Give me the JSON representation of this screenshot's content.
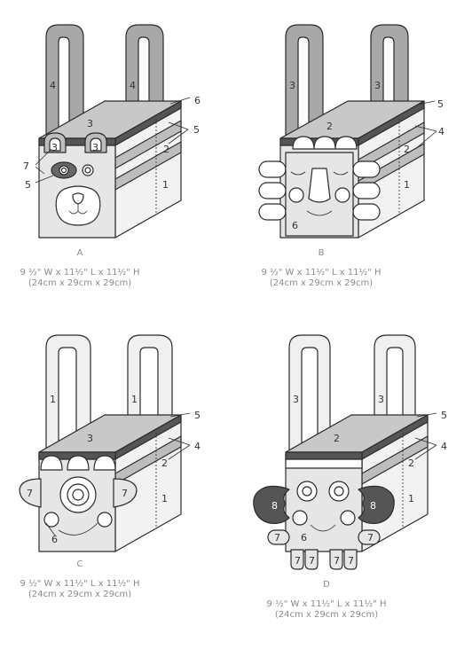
{
  "bags": [
    {
      "letter": "A",
      "dimensions_in": "9 ½\" W x 11½\" L x 11½\" H",
      "dimensions_cm": "(24cm x 29cm x 29cm)",
      "callouts": [
        "4",
        "4",
        "3",
        "6",
        "5",
        "3",
        "3",
        "7",
        "5",
        "2",
        "1"
      ]
    },
    {
      "letter": "B",
      "dimensions_in": "9 ½\" W x 11½\" L x 11½\" H",
      "dimensions_cm": "(24cm x 29cm x 29cm)",
      "callouts": [
        "3",
        "3",
        "2",
        "5",
        "4",
        "2",
        "1",
        "6"
      ]
    },
    {
      "letter": "C",
      "dimensions_in": "9 ½\" W x 11½\" L x 11½\" H",
      "dimensions_cm": "(24cm x 29cm x 29cm)",
      "callouts": [
        "1",
        "1",
        "3",
        "5",
        "4",
        "2",
        "1",
        "7",
        "7",
        "6"
      ]
    },
    {
      "letter": "D",
      "dimensions_in": "9 ½\" W x 11½\" L x 11½\" H",
      "dimensions_cm": "(24cm x 29cm x 29cm)",
      "callouts": [
        "3",
        "3",
        "2",
        "5",
        "4",
        "2",
        "1",
        "8",
        "8",
        "6",
        "7",
        "7",
        "7",
        "7",
        "7",
        "7"
      ]
    }
  ]
}
